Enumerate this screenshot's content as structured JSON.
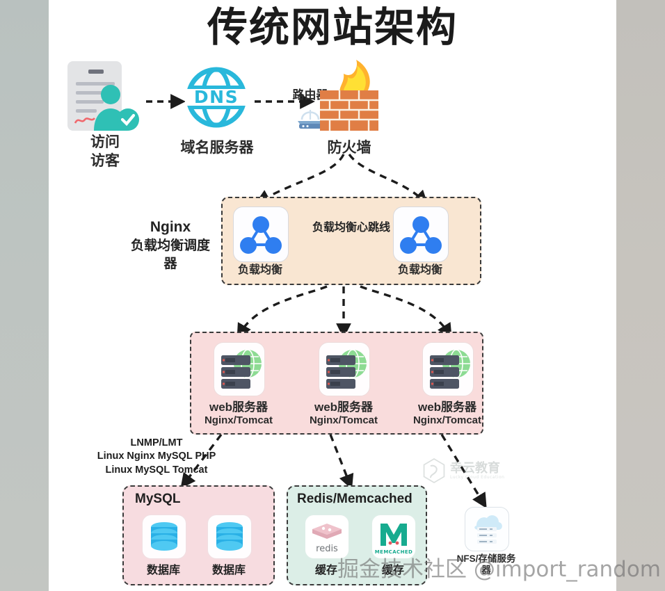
{
  "title": "传统网站架构",
  "colors": {
    "nginx_zone_bg": "#f9e6d2",
    "web_zone_bg": "#f9dcdc",
    "mysql_zone_bg": "#f7dce0",
    "redis_zone_bg": "#dceee7",
    "dash_border": "#3a3a3a",
    "lb_blue": "#2f7ef0",
    "dns_cyan": "#29b8db",
    "globe_green": "#86d78e",
    "db_cyan": "#29b6e8",
    "redis_pink": "#e8b3bd",
    "memcached_teal": "#17ab8f",
    "brick_orange": "#d9824a",
    "flame_yellow": "#ffd62e",
    "person_teal": "#2fc0b5",
    "page_margin_left": "#bdc4c1",
    "page_margin_right": "#c7c4be"
  },
  "top_row": {
    "visitor": {
      "label_line1": "访问",
      "label_line2": "访客",
      "icon": "document-user-icon"
    },
    "dns": {
      "label": "域名服务器",
      "icon": "dns-globe-icon",
      "icon_text": "DNS"
    },
    "router": {
      "label": "路由器",
      "icon": "router-icon"
    },
    "firewall": {
      "label": "防火墙",
      "icon": "firewall-brick-flame-icon"
    }
  },
  "nginx_tier": {
    "caption_line1": "Nginx",
    "caption_line2": "负载均衡调度器",
    "heartbeat_label": "负载均衡心跳线",
    "nodes": [
      {
        "label": "负载均衡",
        "icon": "load-balancer-node-icon"
      },
      {
        "label": "负载均衡",
        "icon": "load-balancer-node-icon"
      }
    ]
  },
  "web_tier": {
    "servers": [
      {
        "label": "web服务器",
        "stack": "Nginx/Tomcat",
        "icon": "server-globe-icon"
      },
      {
        "label": "web服务器",
        "stack": "Nginx/Tomcat",
        "icon": "server-globe-icon"
      },
      {
        "label": "web服务器",
        "stack": "Nginx/Tomcat",
        "icon": "server-globe-icon"
      }
    ]
  },
  "stack_note": {
    "line1": "LNMP/LMT",
    "line2": "Linux Nginx MySQL PHP",
    "line3": "Linux MySQL Tomcat"
  },
  "data_tier": {
    "mysql": {
      "title": "MySQL",
      "nodes": [
        {
          "label": "数据库",
          "icon": "database-cylinder-icon"
        },
        {
          "label": "数据库",
          "icon": "database-cylinder-icon"
        }
      ]
    },
    "cache": {
      "title": "Redis/Memcached",
      "nodes": [
        {
          "label": "缓存",
          "icon": "redis-logo-icon",
          "logo_text": "redis"
        },
        {
          "label": "缓存",
          "icon": "memcached-logo-icon",
          "logo_text": "MEMCACHED"
        }
      ]
    },
    "storage": {
      "label_line1": "NFS/存储服务器",
      "icon": "cloud-storage-icon"
    }
  },
  "watermarks": {
    "logo_line1": "幸云教育",
    "logo_line2": "Lucky Cloud Education",
    "footer": "掘金技术社区 @import_random"
  }
}
